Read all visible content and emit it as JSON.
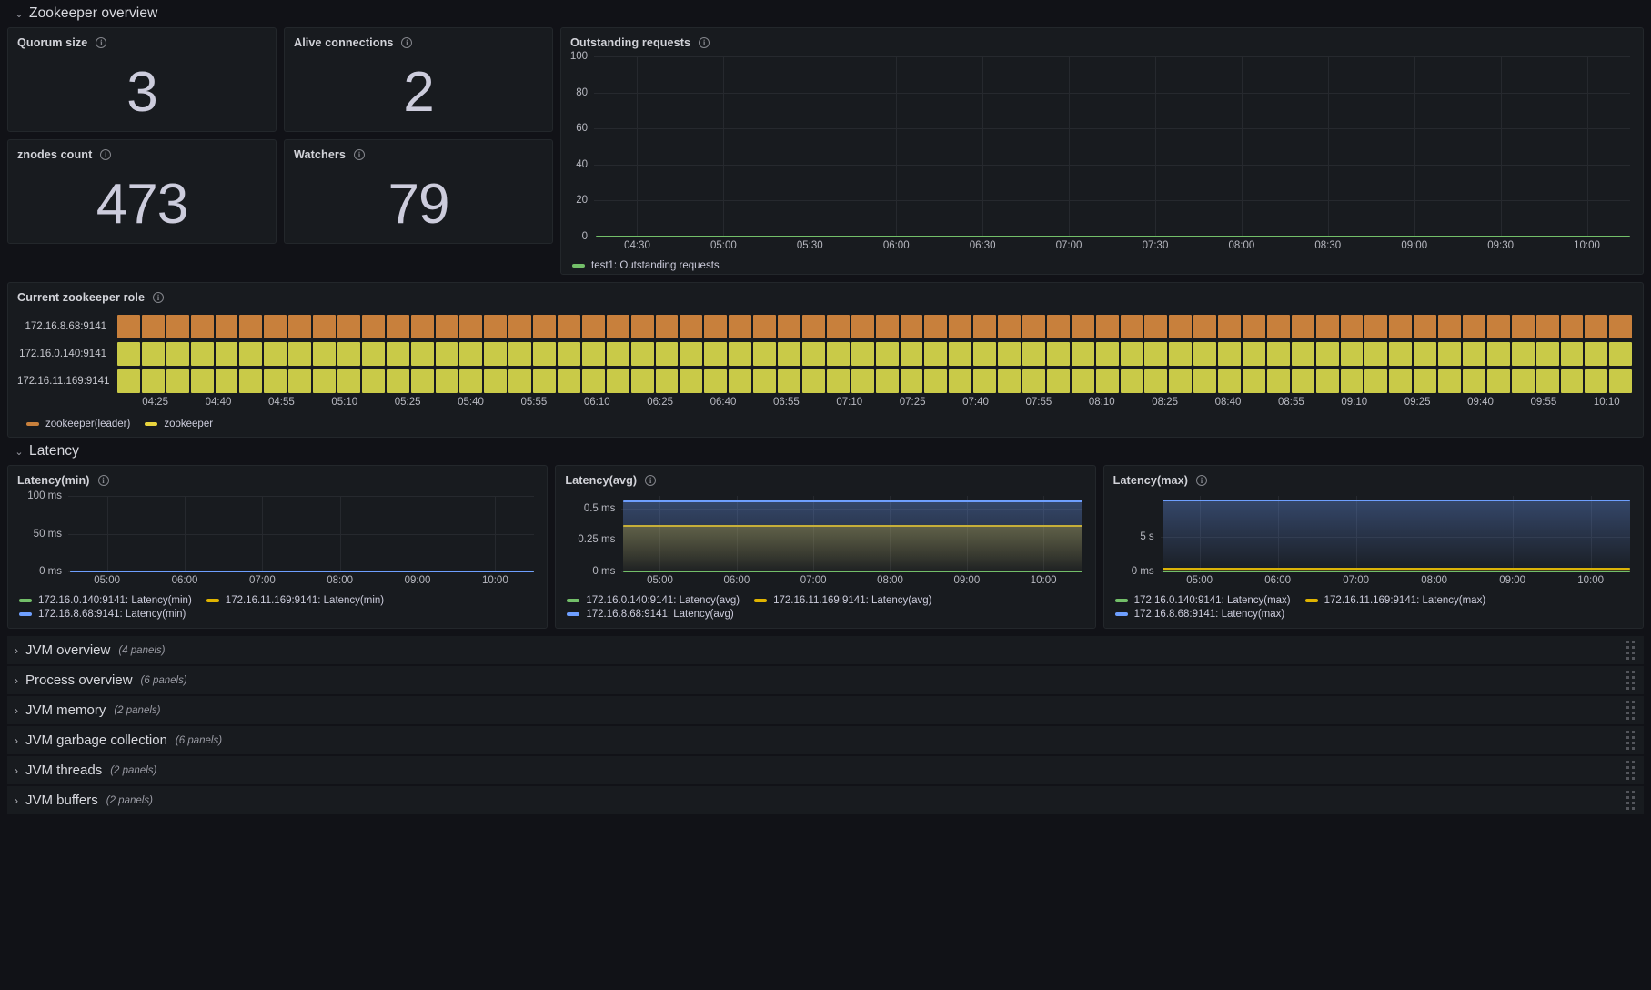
{
  "rows": {
    "zookeeper_overview": {
      "title": "Zookeeper overview",
      "caret": "chevron-down"
    },
    "latency": {
      "title": "Latency",
      "caret": "chevron-down"
    }
  },
  "stats": [
    {
      "title": "Quorum size",
      "value": "3",
      "info": "i"
    },
    {
      "title": "Alive connections",
      "value": "2",
      "info": "i"
    },
    {
      "title": "znodes count",
      "value": "473",
      "info": "i"
    },
    {
      "title": "Watchers",
      "value": "79",
      "info": "i"
    }
  ],
  "outstanding": {
    "title": "Outstanding requests",
    "info": "i",
    "legend": [
      {
        "label": "test1: Outstanding requests",
        "color": "#73bf69"
      }
    ]
  },
  "zk_role": {
    "title": "Current zookeeper role",
    "info": "i",
    "rows": [
      {
        "label": "172.16.8.68:9141",
        "color": "#c8803c"
      },
      {
        "label": "172.16.0.140:9141",
        "color": "#c9ca48"
      },
      {
        "label": "172.16.11.169:9141",
        "color": "#c9ca48"
      }
    ],
    "legend": [
      {
        "label": "zookeeper(leader)",
        "color": "#c8803c"
      },
      {
        "label": "zookeeper",
        "color": "#e8d33d"
      }
    ],
    "xticks": [
      "04:25",
      "04:40",
      "04:55",
      "05:10",
      "05:25",
      "05:40",
      "05:55",
      "06:10",
      "06:25",
      "06:40",
      "06:55",
      "07:10",
      "07:25",
      "07:40",
      "07:55",
      "08:10",
      "08:25",
      "08:40",
      "08:55",
      "09:10",
      "09:25",
      "09:40",
      "09:55",
      "10:10"
    ],
    "cells": 62
  },
  "latency_panels": [
    {
      "title": "Latency(min)",
      "info": "i",
      "legend": [
        {
          "label": "172.16.0.140:9141: Latency(min)",
          "color": "#73bf69"
        },
        {
          "label": "172.16.11.169:9141: Latency(min)",
          "color": "#e0b400"
        },
        {
          "label": "172.16.8.68:9141: Latency(min)",
          "color": "#6e9fff"
        }
      ]
    },
    {
      "title": "Latency(avg)",
      "info": "i",
      "legend": [
        {
          "label": "172.16.0.140:9141: Latency(avg)",
          "color": "#73bf69"
        },
        {
          "label": "172.16.11.169:9141: Latency(avg)",
          "color": "#e0b400"
        },
        {
          "label": "172.16.8.68:9141: Latency(avg)",
          "color": "#6e9fff"
        }
      ]
    },
    {
      "title": "Latency(max)",
      "info": "i",
      "legend": [
        {
          "label": "172.16.0.140:9141: Latency(max)",
          "color": "#73bf69"
        },
        {
          "label": "172.16.11.169:9141: Latency(max)",
          "color": "#e0b400"
        },
        {
          "label": "172.16.8.68:9141: Latency(max)",
          "color": "#6e9fff"
        }
      ]
    }
  ],
  "collapsed_rows": [
    {
      "title": "JVM overview",
      "count": "(4 panels)"
    },
    {
      "title": "Process overview",
      "count": "(6 panels)"
    },
    {
      "title": "JVM memory",
      "count": "(2 panels)"
    },
    {
      "title": "JVM garbage collection",
      "count": "(6 panels)"
    },
    {
      "title": "JVM threads",
      "count": "(2 panels)"
    },
    {
      "title": "JVM buffers",
      "count": "(2 panels)"
    }
  ],
  "chart_data": [
    {
      "id": "outstanding-requests",
      "type": "line",
      "title": "Outstanding requests",
      "xlabel": "",
      "ylabel": "",
      "ylim": [
        0,
        100
      ],
      "yticks": [
        0,
        20,
        40,
        60,
        80,
        100
      ],
      "yticklabels": [
        "0",
        "20",
        "40",
        "60",
        "80",
        "100"
      ],
      "xticklabels": [
        "04:30",
        "05:00",
        "05:30",
        "06:00",
        "06:30",
        "07:00",
        "07:30",
        "08:00",
        "08:30",
        "09:00",
        "09:30",
        "10:00"
      ],
      "grid": true,
      "legend_position": "bottom",
      "series": [
        {
          "name": "test1: Outstanding requests",
          "color": "#73bf69",
          "constant_value": 0
        }
      ]
    },
    {
      "id": "current-zookeeper-role",
      "type": "state-timeline",
      "title": "Current zookeeper role",
      "rows": [
        "172.16.8.68:9141",
        "172.16.0.140:9141",
        "172.16.11.169:9141"
      ],
      "states": [
        {
          "name": "zookeeper(leader)",
          "color": "#c8803c",
          "rows": [
            "172.16.8.68:9141"
          ]
        },
        {
          "name": "zookeeper",
          "color": "#c9ca48",
          "rows": [
            "172.16.0.140:9141",
            "172.16.11.169:9141"
          ]
        }
      ],
      "xticklabels": [
        "04:25",
        "04:40",
        "04:55",
        "05:10",
        "05:25",
        "05:40",
        "05:55",
        "06:10",
        "06:25",
        "06:40",
        "06:55",
        "07:10",
        "07:25",
        "07:40",
        "07:55",
        "08:10",
        "08:25",
        "08:40",
        "08:55",
        "09:10",
        "09:25",
        "09:40",
        "09:55",
        "10:10"
      ],
      "legend_position": "bottom"
    },
    {
      "id": "latency-min",
      "type": "line",
      "title": "Latency(min)",
      "ylim": [
        0,
        100
      ],
      "yticks": [
        0,
        50,
        100
      ],
      "yticklabels": [
        "0 ms",
        "50 ms",
        "100 ms"
      ],
      "xticklabels": [
        "05:00",
        "06:00",
        "07:00",
        "08:00",
        "09:00",
        "10:00"
      ],
      "grid": true,
      "legend_position": "bottom",
      "series": [
        {
          "name": "172.16.0.140:9141: Latency(min)",
          "color": "#73bf69",
          "constant_value": 0
        },
        {
          "name": "172.16.11.169:9141: Latency(min)",
          "color": "#e0b400",
          "constant_value": 0
        },
        {
          "name": "172.16.8.68:9141: Latency(min)",
          "color": "#6e9fff",
          "constant_value": 0
        }
      ]
    },
    {
      "id": "latency-avg",
      "type": "line",
      "title": "Latency(avg)",
      "ylim": [
        0,
        0.6
      ],
      "yticks": [
        0,
        0.25,
        0.5
      ],
      "yticklabels": [
        "0 ms",
        "0.25 ms",
        "0.5 ms"
      ],
      "xticklabels": [
        "05:00",
        "06:00",
        "07:00",
        "08:00",
        "09:00",
        "10:00"
      ],
      "grid": true,
      "legend_position": "bottom",
      "series": [
        {
          "name": "172.16.0.140:9141: Latency(avg)",
          "color": "#73bf69",
          "constant_value": 0
        },
        {
          "name": "172.16.11.169:9141: Latency(avg)",
          "color": "#e0b400",
          "constant_value": 0.36
        },
        {
          "name": "172.16.8.68:9141: Latency(avg)",
          "color": "#6e9fff",
          "constant_value": 0.56
        }
      ]
    },
    {
      "id": "latency-max",
      "type": "line",
      "title": "Latency(max)",
      "ylim": [
        0,
        11
      ],
      "yticks": [
        0,
        5
      ],
      "yticklabels": [
        "0 ms",
        "5 s"
      ],
      "xticklabels": [
        "05:00",
        "06:00",
        "07:00",
        "08:00",
        "09:00",
        "10:00"
      ],
      "grid": true,
      "legend_position": "bottom",
      "series": [
        {
          "name": "172.16.0.140:9141: Latency(max)",
          "color": "#73bf69",
          "constant_value": 0
        },
        {
          "name": "172.16.11.169:9141: Latency(max)",
          "color": "#e0b400",
          "constant_value": 0.35
        },
        {
          "name": "172.16.8.68:9141: Latency(max)",
          "color": "#6e9fff",
          "constant_value": 10.4
        }
      ]
    }
  ]
}
